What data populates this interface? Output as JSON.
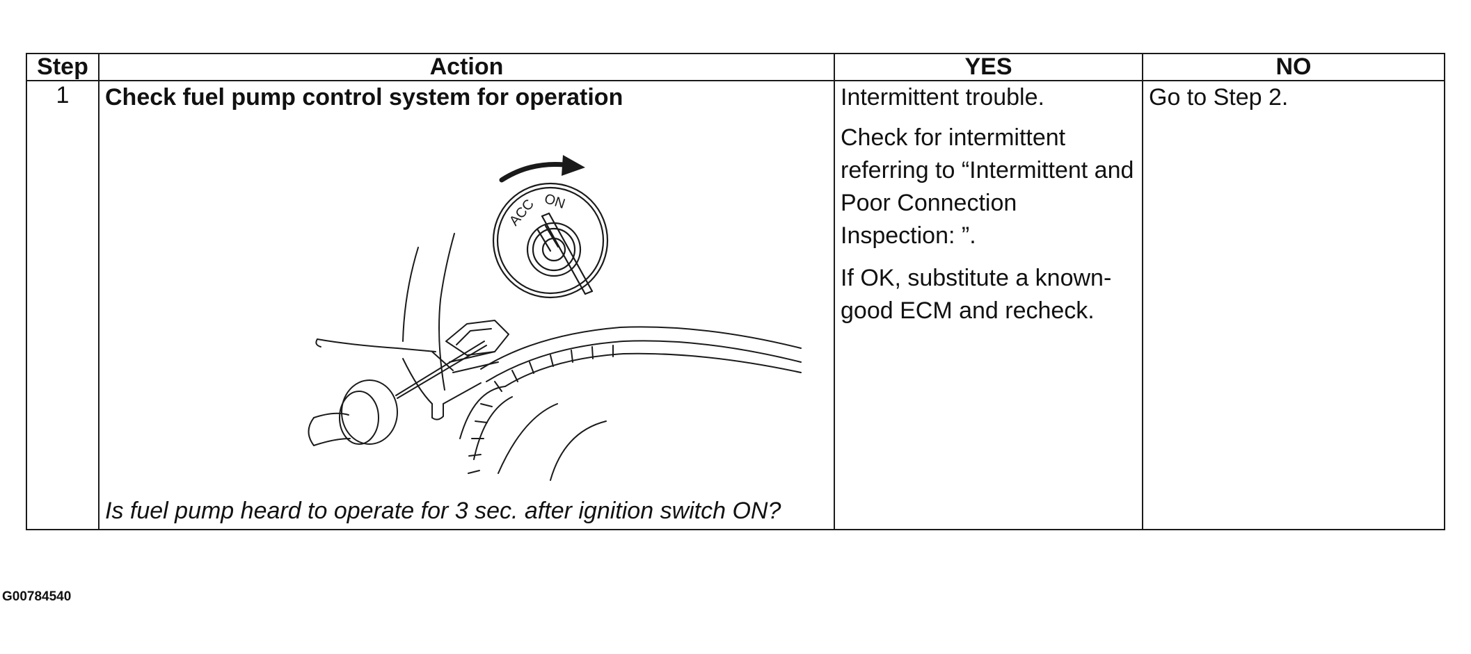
{
  "table": {
    "headers": {
      "step": "Step",
      "action": "Action",
      "yes": "YES",
      "no": "NO"
    },
    "rows": [
      {
        "step": "1",
        "action_title": "Check fuel pump control system for operation",
        "action_question": "Is fuel pump heard to operate for 3 sec. after ignition switch ON?",
        "yes_paragraphs": [
          "Intermittent trouble.",
          "Check for intermittent referring to “Intermittent and Poor Connection Inspection: ”.",
          "If OK, substitute a known-good ECM and recheck."
        ],
        "no": "Go to Step 2."
      }
    ]
  },
  "illustration": {
    "key_label_1": "ACC",
    "key_label_2": "ON",
    "icon": "ignition-switch-and-fuel-tank-illustration"
  },
  "figure_id": "G00784540"
}
